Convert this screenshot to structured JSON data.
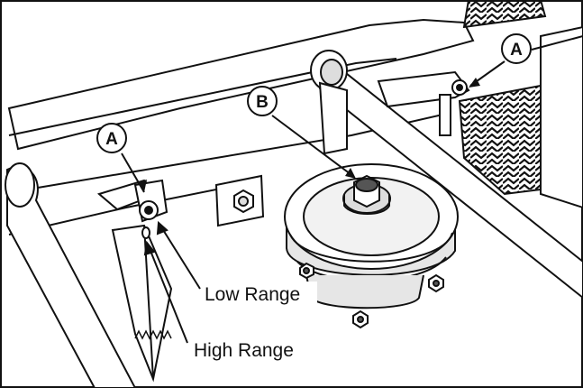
{
  "callouts": {
    "a_left": "A",
    "a_right": "A",
    "b": "B"
  },
  "labels": {
    "low_range": "Low Range",
    "high_range": "High Range"
  },
  "colors": {
    "line": "#111111",
    "panel": "#ffffff",
    "shade": "#d9d9d9",
    "dark": "#555555"
  }
}
